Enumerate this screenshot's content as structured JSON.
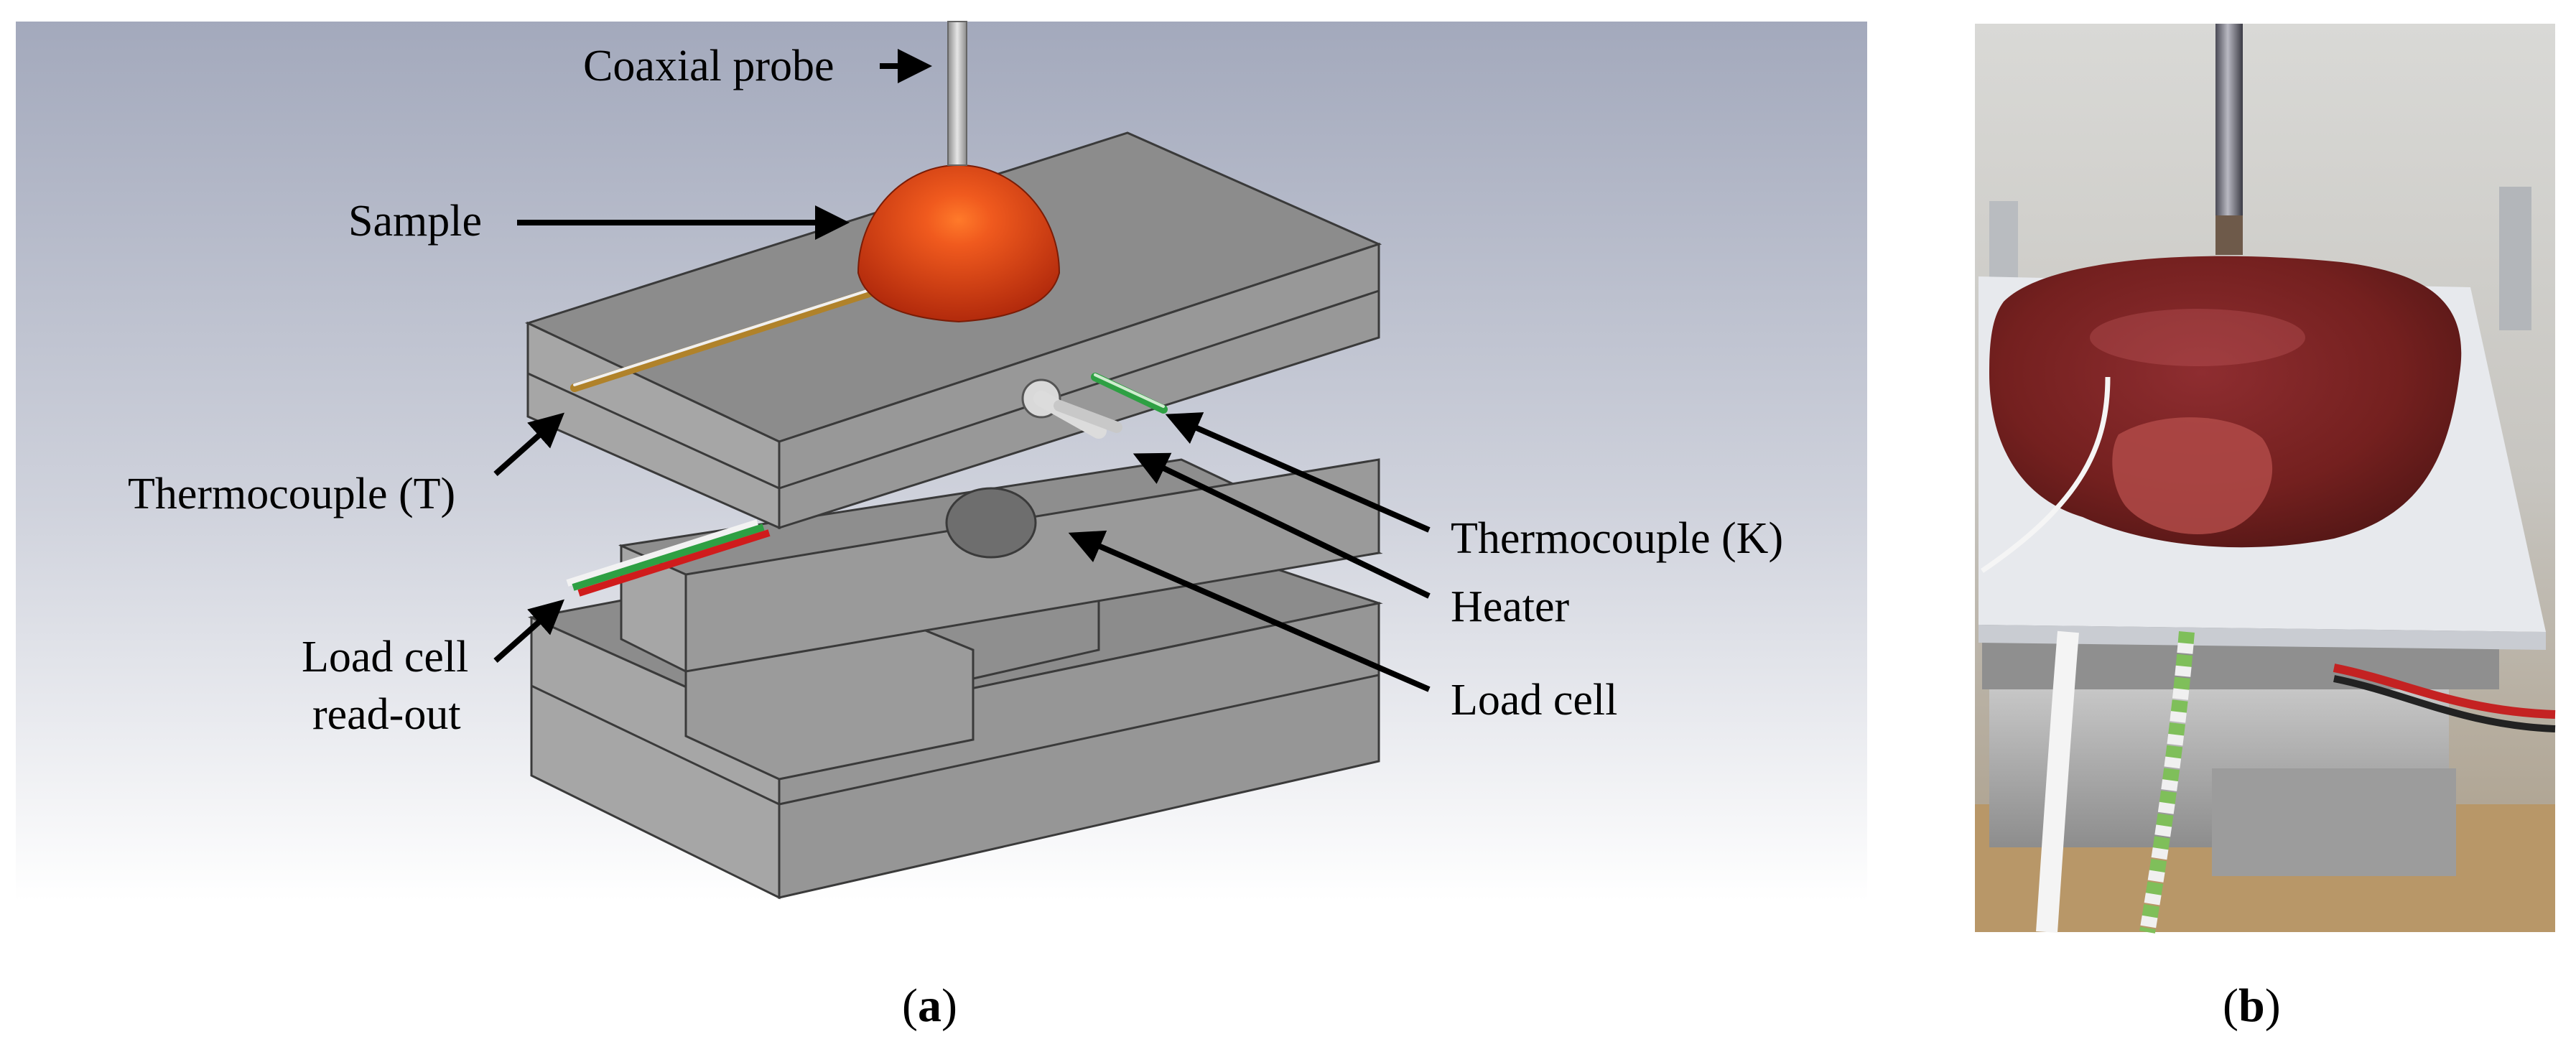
{
  "panel_a": {
    "caption": {
      "open": "(",
      "letter": "a",
      "close": ")"
    },
    "labels": {
      "coaxial_probe": "Coaxial probe",
      "sample": "Sample",
      "thermocouple_t": "Thermocouple (T)",
      "load_cell_readout_line1": "Load cell",
      "load_cell_readout_line2": "read-out",
      "thermocouple_k": "Thermocouple (K)",
      "heater": "Heater",
      "load_cell": "Load cell"
    }
  },
  "panel_b": {
    "caption": {
      "open": "(",
      "letter": "b",
      "close": ")"
    }
  },
  "colors": {
    "background_top": "#a3a9bc",
    "background_bottom": "#ffffff",
    "block_top": "#8c8c8c",
    "block_front": "#a6a6a6",
    "block_side": "#969696",
    "sample": "#e0451a",
    "rod_gold": "#b0822a",
    "wire_green": "#2ea043",
    "wire_red": "#d01c1c",
    "tissue": "#7a2325"
  }
}
